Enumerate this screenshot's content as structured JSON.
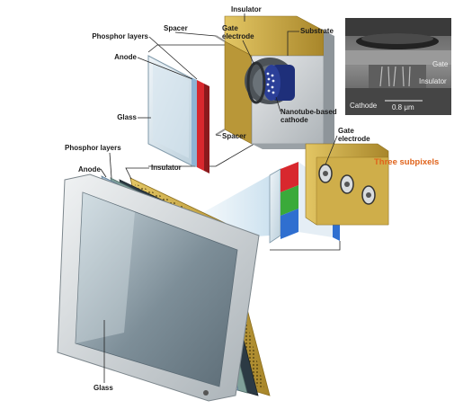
{
  "labels": {
    "phosphor_top": "Phosphor layers",
    "anode_top": "Anode",
    "spacer_top": "Spacer",
    "insulator_top": "Insulator",
    "substrate": "Substrate",
    "gate_electrode_top_1": "Gate",
    "gate_electrode_top_2": "electrode",
    "nanotube_1": "Nanotube-based",
    "nanotube_2": "cathode",
    "glass_top": "Glass",
    "spacer_bottom": "Spacer",
    "phosphor_bottom": "Phosphor layers",
    "anode_bottom": "Anode",
    "insulator_bottom": "Insulator",
    "gate_electrode_right_1": "Gate",
    "gate_electrode_right_2": "electrode",
    "three_subpixels": "Three subpixels",
    "glass_bottom": "Glass"
  },
  "micrograph": {
    "gate": "Gate",
    "insulator": "Insulator",
    "cathode": "Cathode",
    "scale": "0.8 μm"
  },
  "colors": {
    "phosphor_red": "#d8282e",
    "phosphor_green": "#3aaa3a",
    "phosphor_blue": "#2f6fd0",
    "insulator_gold": "#c7a640",
    "accent_orange": "#e0631b"
  }
}
